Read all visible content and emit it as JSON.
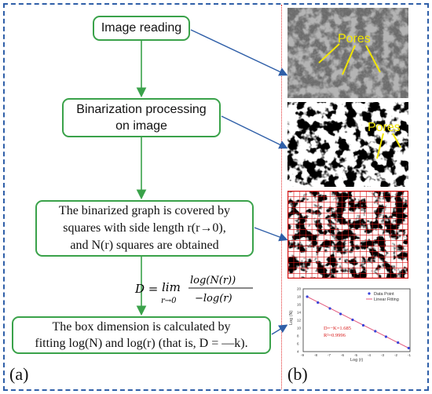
{
  "flow": {
    "step1": "Image reading",
    "step2_line1": "Binarization processing",
    "step2_line2": "on image",
    "step3_line1": "The binarized graph is covered by",
    "step3_line2": "squares with side length r(r→0),",
    "step3_line3": "and N(r) squares are obtained",
    "step4_line1": "The box dimension is calculated by",
    "step4_line2": "fitting log(N) and log(r) (that is, D = —k)."
  },
  "formula": {
    "lhs": "D =",
    "lim": "lim",
    "sub": "r→0",
    "numerator": "log(N(r))",
    "denominator": "−log(r)"
  },
  "panel_labels": {
    "a": "(a)",
    "b": "(b)"
  },
  "images": {
    "sem_label": "Pores",
    "binary_label": "Pores"
  },
  "fit_plot": {
    "legend_point": "Data Point",
    "legend_line": "Linear Fitting",
    "eq": "D=−K=1.685",
    "r2": "R²=0.9996",
    "xlabel": "Log (r)",
    "ylabel": "Log (N)",
    "xticks": [
      "-9",
      "-8",
      "-7",
      "-6",
      "-5",
      "-4",
      "-3",
      "-2",
      "-1"
    ],
    "yticks": [
      "4",
      "6",
      "8",
      "10",
      "12",
      "14",
      "16",
      "18",
      "20"
    ]
  },
  "colors": {
    "frame": "#2f5fa8",
    "box_border": "#3aa24a",
    "divider": "#e23030",
    "pores_label": "#f2e600",
    "grid": "#d81818"
  },
  "chart_data": {
    "type": "scatter",
    "xlabel": "Log (r)",
    "ylabel": "Log (N)",
    "xlim": [
      -9,
      -1
    ],
    "ylim": [
      4,
      20
    ],
    "series": [
      {
        "name": "Data Point",
        "x": [
          -8.7,
          -7.9,
          -7.0,
          -6.2,
          -5.3,
          -4.5,
          -3.6,
          -2.8,
          -1.9,
          -1.1
        ],
        "y": [
          18.0,
          16.5,
          15.0,
          13.6,
          12.1,
          10.7,
          9.2,
          7.8,
          6.3,
          4.9
        ]
      }
    ],
    "fit": {
      "name": "Linear Fitting",
      "slope": -1.685
    }
  }
}
